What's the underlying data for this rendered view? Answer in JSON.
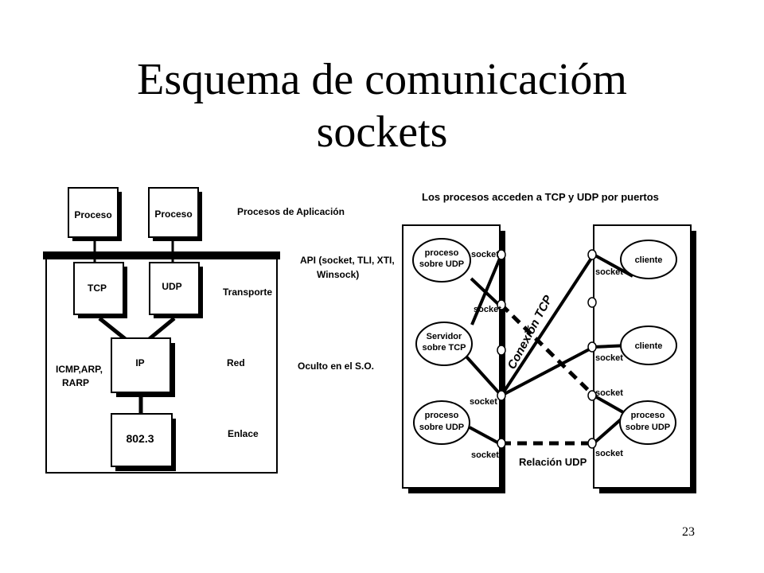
{
  "title_line1": "Esquema de comunicacióm",
  "title_line2": "sockets",
  "page_number": "23",
  "left": {
    "proceso1": "Proceso",
    "proceso2": "Proceso",
    "procesos_aplicacion": "Procesos de Aplicación",
    "api_line1": "API (socket, TLI, XTI,",
    "api_line2": "Winsock)",
    "tcp": "TCP",
    "udp": "UDP",
    "transporte": "Transporte",
    "ip": "IP",
    "red": "Red",
    "icmp_line1": "ICMP,ARP,",
    "icmp_line2": "RARP",
    "oculto": "Oculto en el S.O.",
    "eth": "802.3",
    "enlace": "Enlace"
  },
  "right": {
    "heading": "Los procesos acceden a TCP y UDP por puertos",
    "p1_line1": "proceso",
    "p1_line2": "sobre UDP",
    "serv_line1": "Servidor",
    "serv_line2": "sobre TCP",
    "p3_line1": "proceso",
    "p3_line2": "sobre UDP",
    "socket": "socket",
    "cliente1": "cliente",
    "cliente2": "cliente",
    "p4_line1": "proceso",
    "p4_line2": "sobre UDP",
    "conexion_tcp": "Conexión TCP",
    "relacion_udp": "Relación UDP"
  }
}
